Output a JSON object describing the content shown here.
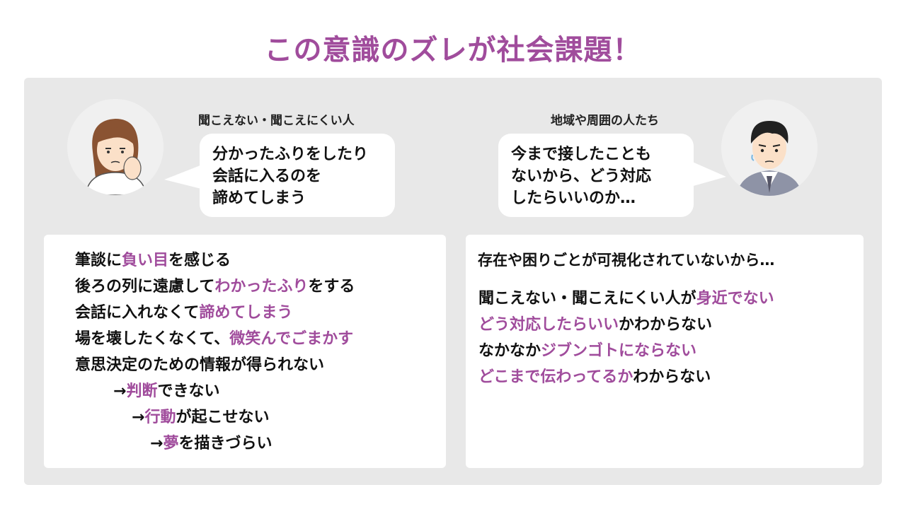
{
  "title": "この意識のズレが社会課題！",
  "left": {
    "speaker": "聞こえない・聞こえにくい人",
    "bubble": [
      "分かったふりをしたり",
      "会話に入るのを",
      "諦めてしまう"
    ],
    "items": [
      [
        {
          "t": "筆談に"
        },
        {
          "t": "負い目",
          "h": true
        },
        {
          "t": "を感じる"
        }
      ],
      [
        {
          "t": "後ろの列に遠慮して"
        },
        {
          "t": "わかったふり",
          "h": true
        },
        {
          "t": "をする"
        }
      ],
      [
        {
          "t": "会話に入れなくて"
        },
        {
          "t": "諦めてしまう",
          "h": true
        }
      ],
      [
        {
          "t": "場を壊したくなくて、"
        },
        {
          "t": "微笑んでごまかす",
          "h": true
        }
      ],
      [
        {
          "t": "意思決定のための情報が得られない"
        }
      ],
      [
        {
          "t": "→"
        },
        {
          "t": "判断",
          "h": true
        },
        {
          "t": "できない"
        }
      ],
      [
        {
          "t": "→"
        },
        {
          "t": "行動",
          "h": true
        },
        {
          "t": "が起こせない"
        }
      ],
      [
        {
          "t": "→"
        },
        {
          "t": "夢",
          "h": true
        },
        {
          "t": "を描きづらい"
        }
      ]
    ]
  },
  "right": {
    "speaker": "地域や周囲の人たち",
    "bubble": [
      "今まで接したことも",
      "ないから、どう対応",
      "したらいいのか…"
    ],
    "lead": "存在や困りごとが可視化されていないから…",
    "items": [
      [
        {
          "t": "聞こえない・聞こえにくい人が"
        },
        {
          "t": "身近でない",
          "h": true
        }
      ],
      [
        {
          "t": "どう対応したらいい",
          "h": true
        },
        {
          "t": "かわからない"
        }
      ],
      [
        {
          "t": "なかなか"
        },
        {
          "t": "ジブンゴトにならない",
          "h": true
        }
      ],
      [
        {
          "t": "どこまで伝わってるか",
          "h": true
        },
        {
          "t": "わからない"
        }
      ]
    ]
  },
  "colors": {
    "accent": "#a04c9c",
    "panel": "#e8e8e8"
  }
}
